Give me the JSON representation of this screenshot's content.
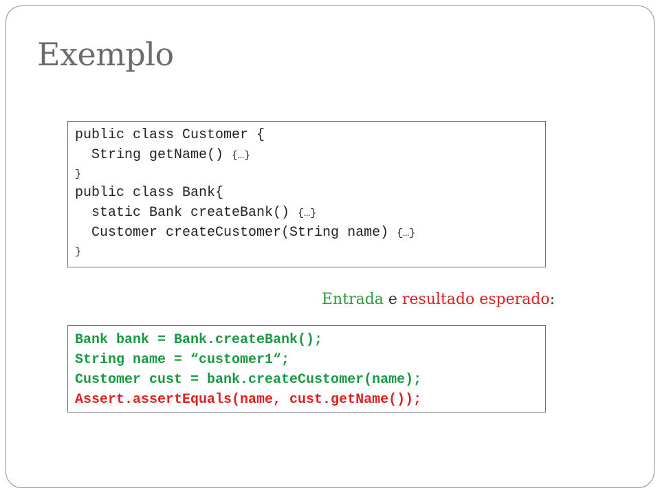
{
  "slide": {
    "title": "Exemplo",
    "class_code": {
      "lines": [
        {
          "code": "public class Customer {",
          "tail": ""
        },
        {
          "code": "  String getName() ",
          "tail": "{…}"
        },
        {
          "code": "",
          "tail": "}"
        },
        {
          "code": "public class Bank{",
          "tail": ""
        },
        {
          "code": "  static Bank createBank() ",
          "tail": "{…}"
        },
        {
          "code": "  Customer createCustomer(String name) ",
          "tail": "{…}"
        },
        {
          "code": "",
          "tail": "}"
        }
      ]
    },
    "caption": {
      "input_word": "Entrada",
      "conjunction": " e ",
      "output_word": "resultado esperado",
      "colon": ":"
    },
    "test_code": {
      "lines": [
        {
          "text": "Bank bank = Bank.createBank();",
          "color": "#1a9a40"
        },
        {
          "text": "String name = “customer1“;",
          "color": "#1a9a40"
        },
        {
          "text": "Customer cust = bank.createCustomer(name);",
          "color": "#1a9a40"
        },
        {
          "text": "Assert.assertEquals(name, cust.getName());",
          "color": "#e02020"
        }
      ]
    }
  }
}
